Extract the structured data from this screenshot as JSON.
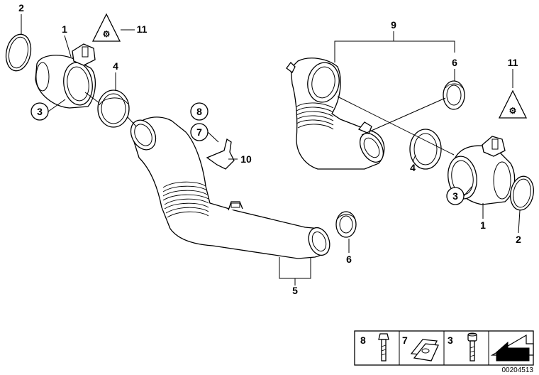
{
  "callouts": {
    "left": [
      "2",
      "1",
      "11",
      "4",
      "3",
      "8",
      "7",
      "10",
      "6",
      "5"
    ],
    "right": [
      "9",
      "6",
      "11",
      "4",
      "3",
      "1",
      "2"
    ]
  },
  "legend": {
    "cells": [
      {
        "label": "8",
        "icon": "bolt-icon"
      },
      {
        "label": "7",
        "icon": "clip-nut-icon"
      },
      {
        "label": "3",
        "icon": "screw-icon"
      },
      {
        "label": "",
        "icon": "arrow-icon"
      }
    ]
  },
  "doc_number": "00204513"
}
